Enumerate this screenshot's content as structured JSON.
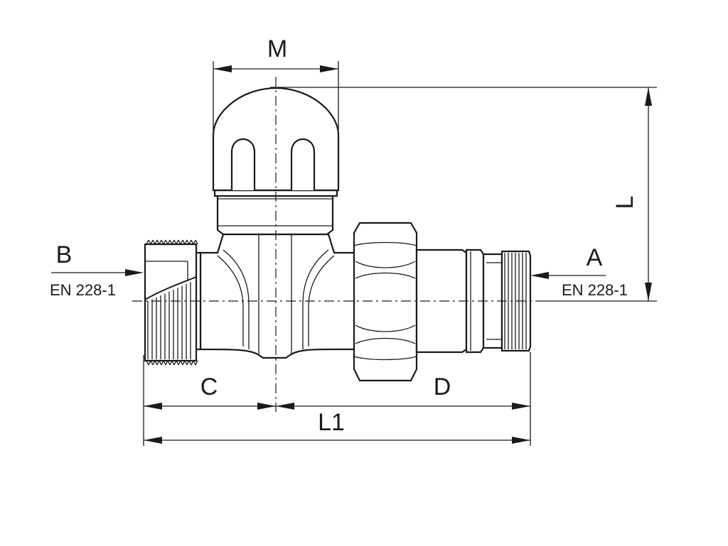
{
  "labels": {
    "m": "M",
    "l": "L",
    "b": "B",
    "b_standard": "EN 228-1",
    "a": "A",
    "a_standard": "EN 228-1",
    "c": "C",
    "d": "D",
    "l1": "L1"
  }
}
